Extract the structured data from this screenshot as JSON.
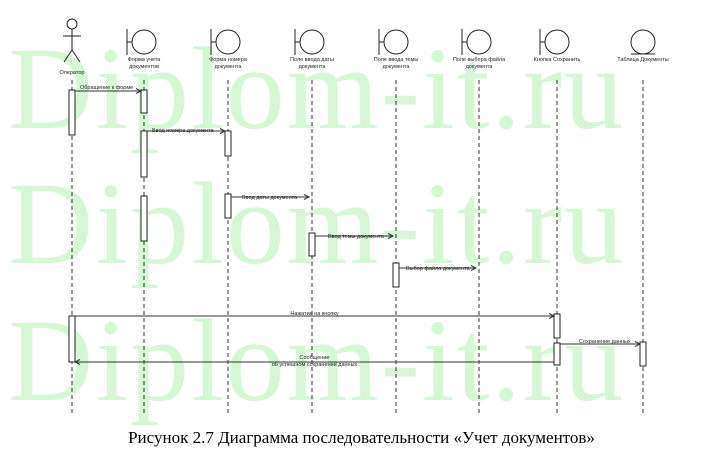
{
  "watermark": "Diplom-it.ru",
  "caption": "Рисунок 2.7 Диаграмма последовательности «Учет документов»",
  "actor": {
    "label": "Оператор",
    "icon": "stick-figure-actor"
  },
  "objects": [
    {
      "id": "form",
      "icon": "boundary-icon",
      "lines": [
        "Форма учета",
        "документов"
      ]
    },
    {
      "id": "field-number",
      "icon": "boundary-icon",
      "lines": [
        "Форма номера",
        "документа"
      ]
    },
    {
      "id": "field-date",
      "icon": "boundary-icon",
      "lines": [
        "Поле ввода даты",
        "документа"
      ]
    },
    {
      "id": "field-topic",
      "icon": "boundary-icon",
      "lines": [
        "Поле ввода темы",
        "документа"
      ]
    },
    {
      "id": "field-file",
      "icon": "boundary-icon",
      "lines": [
        "Поле выбора файла",
        "документа"
      ]
    },
    {
      "id": "button-save",
      "icon": "boundary-icon",
      "lines": [
        "Кнопка Сохранить"
      ]
    },
    {
      "id": "table-documents",
      "icon": "entity-icon",
      "lines": [
        "Таблица Документы"
      ]
    }
  ],
  "messages": [
    {
      "label": "Обращение к форме"
    },
    {
      "label": "Ввод номера документа"
    },
    {
      "label": "Ввод даты документа"
    },
    {
      "label": "Ввод темы документа"
    },
    {
      "label": "Выбор файла документа"
    },
    {
      "label": "Нажатие на кнопку"
    },
    {
      "label": "Сохранение данных"
    },
    {
      "label": "Сообщение\nоб успешном сохранении данных"
    }
  ]
}
